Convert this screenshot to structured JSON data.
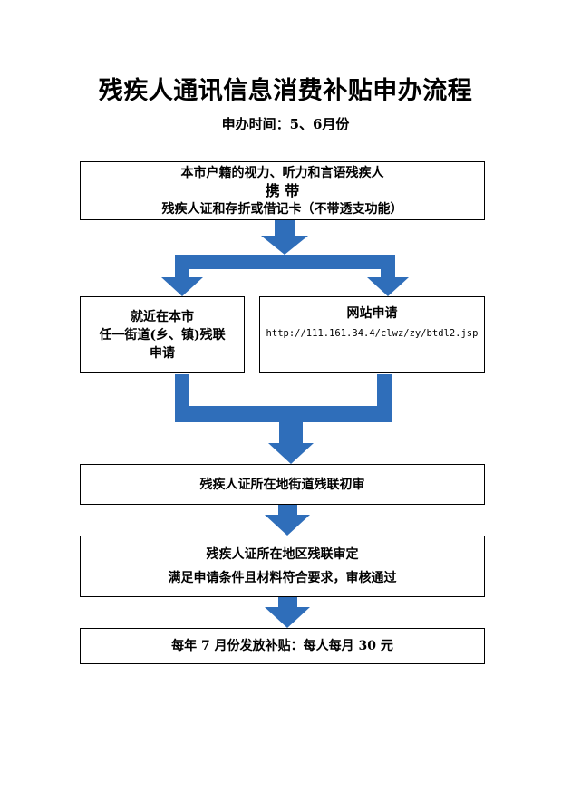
{
  "title": "残疾人通讯信息消费补贴申办流程",
  "subtitle": "申办时间：5、6月份",
  "step1": {
    "line1": "本市户籍的视力、听力和言语残疾人",
    "line2": "携 带",
    "line3": "残疾人证和存折或借记卡（不带透支功能）"
  },
  "left_branch": {
    "line1": "就近在本市",
    "line2": "任一街道(乡、镇)残联",
    "line3": "申请"
  },
  "right_branch": {
    "line1": "网站申请",
    "url": "http://111.161.34.4/clwz/zy/btdl2.jsp"
  },
  "step2": {
    "text": "残疾人证所在地街道残联初审"
  },
  "step3": {
    "line1": "残疾人证所在地区残联审定",
    "line2": "满足申请条件且材料符合要求，审核通过"
  },
  "step4": {
    "text": "每年 7 月份发放补贴：每人每月 30 元"
  },
  "colors": {
    "arrow": "#2F6EBA",
    "border": "#000000"
  }
}
